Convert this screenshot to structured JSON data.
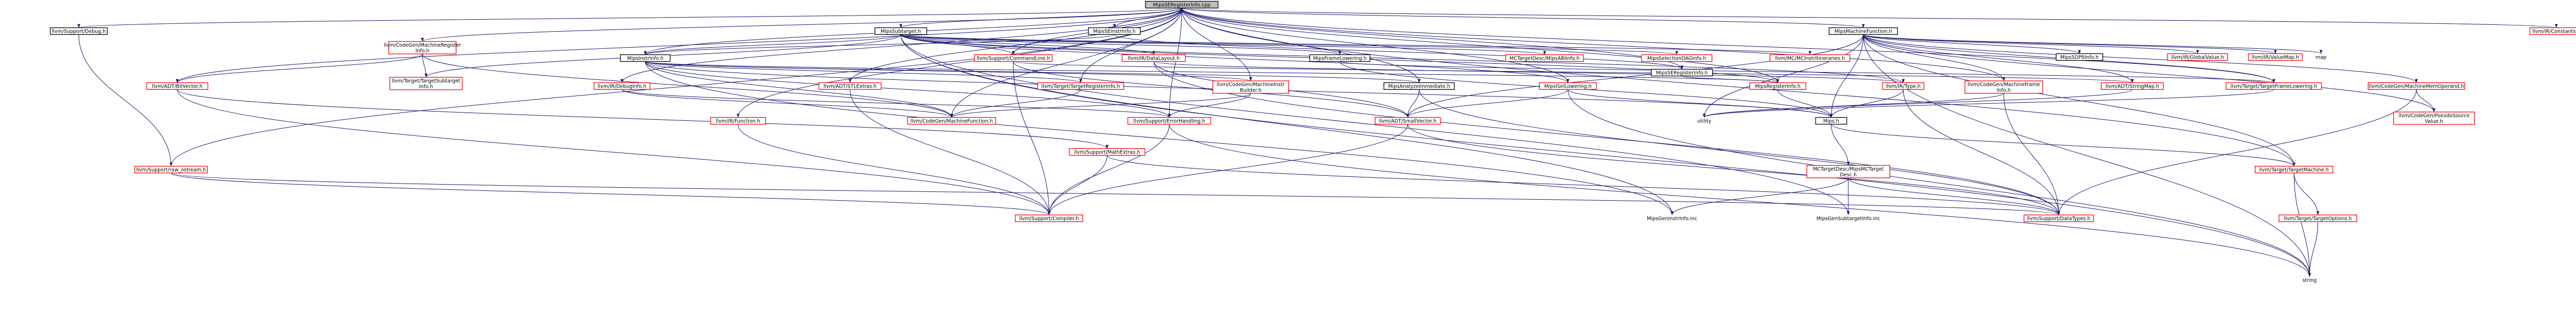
{
  "colors": {
    "edge": "#191970",
    "node_border_documented": "#000000",
    "node_border_undocumented": "#ff0000",
    "node_fill": "#ffffff",
    "root_fill": "#bfbfbf"
  },
  "nodes": [
    {
      "id": "root",
      "label": [
        "MipsSERegisterInfo.cpp"
      ],
      "type": "root"
    },
    {
      "id": "debug",
      "label": [
        "llvm/Support/Debug.h"
      ],
      "type": "doc"
    },
    {
      "id": "subtarget",
      "label": [
        "MipsSubtarget.h"
      ],
      "type": "doc"
    },
    {
      "id": "seinstr",
      "label": [
        "MipsSEInstrInfo.h"
      ],
      "type": "doc"
    },
    {
      "id": "machfunc",
      "label": [
        "MipsMachineFunction.h"
      ],
      "type": "doc"
    },
    {
      "id": "irconst",
      "label": [
        "llvm/IR/Constants.h"
      ],
      "type": "undoc"
    },
    {
      "id": "cgmri",
      "label": [
        "llvm/CodeGen/MachineRegister",
        "Info.h"
      ],
      "type": "undoc"
    },
    {
      "id": "instrinfo",
      "label": [
        "MipsInstrInfo.h"
      ],
      "type": "doc"
    },
    {
      "id": "cmdline",
      "label": [
        "llvm/Support/CommandLine.h"
      ],
      "type": "undoc"
    },
    {
      "id": "datalayout",
      "label": [
        "llvm/IR/DataLayout.h"
      ],
      "type": "undoc"
    },
    {
      "id": "framelow",
      "label": [
        "MipsFrameLowering.h"
      ],
      "type": "doc"
    },
    {
      "id": "mcasm",
      "label": [
        "MCTargetDesc/MipsABIInfo.h"
      ],
      "type": "undoc"
    },
    {
      "id": "seldag",
      "label": [
        "MipsSelectionDAGInfo.h"
      ],
      "type": "undoc"
    },
    {
      "id": "mcinstritin",
      "label": [
        "llvm/MC/MCInstrItineraries.h"
      ],
      "type": "undoc"
    },
    {
      "id": "seregh",
      "label": [
        "MipsSERegisterInfo.h"
      ],
      "type": "doc"
    },
    {
      "id": "tgtsubtgt",
      "label": [
        "llvm/Target/TargetSubtarget",
        "Info.h"
      ],
      "type": "undoc"
    },
    {
      "id": "bitvec",
      "label": [
        "llvm/ADT/BitVector.h"
      ],
      "type": "undoc"
    },
    {
      "id": "irdebug",
      "label": [
        "llvm/IR/DebugInfo.h"
      ],
      "type": "undoc"
    },
    {
      "id": "stlextras",
      "label": [
        "llvm/ADT/STLExtras.h"
      ],
      "type": "undoc"
    },
    {
      "id": "tgtreginfo",
      "label": [
        "llvm/Target/TargetRegisterInfo.h"
      ],
      "type": "undoc"
    },
    {
      "id": "minstrbuild",
      "label": [
        "llvm/CodeGen/MachineInstr",
        "Builder.h"
      ],
      "type": "undoc"
    },
    {
      "id": "analyzeimm",
      "label": [
        "MipsAnalyzeImmediate.h"
      ],
      "type": "doc"
    },
    {
      "id": "isellow",
      "label": [
        "MipsISelLowering.h"
      ],
      "type": "undoc"
    },
    {
      "id": "mregh",
      "label": [
        "MipsRegisterInfo.h"
      ],
      "type": "undoc"
    },
    {
      "id": "irtype",
      "label": [
        "llvm/IR/Type.h"
      ],
      "type": "undoc"
    },
    {
      "id": "cgmframe",
      "label": [
        "llvm/CodeGen/MachineFrame",
        "Info.h"
      ],
      "type": "undoc"
    },
    {
      "id": "strmap",
      "label": [
        "llvm/ADT/StringMap.h"
      ],
      "type": "undoc"
    },
    {
      "id": "tgtframe",
      "label": [
        "llvm/Target/TargetFrameLowering.h"
      ],
      "type": "undoc"
    },
    {
      "id": "cgmemop",
      "label": [
        "llvm/CodeGen/MachineMemOperand.h"
      ],
      "type": "undoc"
    },
    {
      "id": "sdplt",
      "label": [
        "MipsSDPltInfo.h"
      ],
      "type": "doc"
    },
    {
      "id": "irglobal",
      "label": [
        "llvm/IR/GlobalValue.h"
      ],
      "type": "undoc"
    },
    {
      "id": "irvaluemap",
      "label": [
        "llvm/IR/ValueMap.h"
      ],
      "type": "undoc"
    },
    {
      "id": "map",
      "label": [
        "map"
      ],
      "type": "plain"
    },
    {
      "id": "irfunc",
      "label": [
        "llvm/IR/Function.h"
      ],
      "type": "undoc"
    },
    {
      "id": "cgmf",
      "label": [
        "llvm/CodeGen/MachineFunction.h"
      ],
      "type": "undoc"
    },
    {
      "id": "errh",
      "label": [
        "llvm/Support/ErrorHandling.h"
      ],
      "type": "undoc"
    },
    {
      "id": "smallvec",
      "label": [
        "llvm/ADT/SmallVector.h"
      ],
      "type": "undoc"
    },
    {
      "id": "utility",
      "label": [
        "utility"
      ],
      "type": "plain"
    },
    {
      "id": "mipsh",
      "label": [
        "Mips.h"
      ],
      "type": "doc"
    },
    {
      "id": "pseudosrc",
      "label": [
        "llvm/CodeGen/PseudoSource",
        "Value.h"
      ],
      "type": "undoc"
    },
    {
      "id": "tgtmach",
      "label": [
        "llvm/Target/TargetMachine.h"
      ],
      "type": "undoc"
    },
    {
      "id": "rawostream",
      "label": [
        "llvm/Support/raw_ostream.h"
      ],
      "type": "undoc"
    },
    {
      "id": "mathextras",
      "label": [
        "llvm/Support/MathExtras.h"
      ],
      "type": "undoc"
    },
    {
      "id": "mcmips",
      "label": [
        "MCTargetDesc/MipsMCTarget",
        "Desc.h"
      ],
      "type": "undoc"
    },
    {
      "id": "compiler",
      "label": [
        "llvm/Support/Compiler.h"
      ],
      "type": "undoc"
    },
    {
      "id": "geninstr",
      "label": [
        "MipsGenInstrInfo.inc"
      ],
      "type": "plain"
    },
    {
      "id": "gensubtgt",
      "label": [
        "MipsGenSubtargetInfo.inc"
      ],
      "type": "plain"
    },
    {
      "id": "datatypes",
      "label": [
        "llvm/Support/DataTypes.h"
      ],
      "type": "undoc"
    },
    {
      "id": "tgtopts",
      "label": [
        "llvm/Target/TargetOptions.h"
      ],
      "type": "undoc"
    },
    {
      "id": "string",
      "label": [
        "string"
      ],
      "type": "plain"
    }
  ],
  "edges": [
    [
      "root",
      "debug"
    ],
    [
      "root",
      "subtarget"
    ],
    [
      "root",
      "seinstr"
    ],
    [
      "root",
      "machfunc"
    ],
    [
      "root",
      "irconst"
    ],
    [
      "root",
      "cgmri"
    ],
    [
      "root",
      "instrinfo"
    ],
    [
      "root",
      "cmdline"
    ],
    [
      "root",
      "seregh"
    ],
    [
      "root",
      "bitvec"
    ],
    [
      "root",
      "irdebug"
    ],
    [
      "root",
      "stlextras"
    ],
    [
      "root",
      "tgtreginfo"
    ],
    [
      "root",
      "minstrbuild"
    ],
    [
      "root",
      "analyzeimm"
    ],
    [
      "root",
      "isellow"
    ],
    [
      "root",
      "mregh"
    ],
    [
      "root",
      "cgmframe"
    ],
    [
      "root",
      "tgtframe"
    ],
    [
      "root",
      "irfunc"
    ],
    [
      "root",
      "cgmf"
    ],
    [
      "root",
      "errh"
    ],
    [
      "root",
      "rawostream"
    ],
    [
      "root",
      "tgtmach"
    ],
    [
      "subtarget",
      "datalayout"
    ],
    [
      "subtarget",
      "framelow"
    ],
    [
      "subtarget",
      "mcasm"
    ],
    [
      "subtarget",
      "seldag"
    ],
    [
      "subtarget",
      "mcinstritin"
    ],
    [
      "subtarget",
      "instrinfo"
    ],
    [
      "subtarget",
      "isellow"
    ],
    [
      "subtarget",
      "tgtsubtgt"
    ],
    [
      "subtarget",
      "mregh"
    ],
    [
      "subtarget",
      "geninstr"
    ],
    [
      "subtarget",
      "gensubtgt"
    ],
    [
      "subtarget",
      "string"
    ],
    [
      "subtarget",
      "irtype"
    ],
    [
      "subtarget",
      "cmdline"
    ],
    [
      "seinstr",
      "instrinfo"
    ],
    [
      "seinstr",
      "seregh"
    ],
    [
      "seregh",
      "mregh"
    ],
    [
      "machfunc",
      "cgmframe"
    ],
    [
      "machfunc",
      "strmap"
    ],
    [
      "machfunc",
      "tgtframe"
    ],
    [
      "machfunc",
      "cgmemop"
    ],
    [
      "machfunc",
      "sdplt"
    ],
    [
      "machfunc",
      "irglobal"
    ],
    [
      "machfunc",
      "irvaluemap"
    ],
    [
      "machfunc",
      "map"
    ],
    [
      "machfunc",
      "utility"
    ],
    [
      "machfunc",
      "mipsh"
    ],
    [
      "machfunc",
      "tgtmach"
    ],
    [
      "machfunc",
      "pseudosrc"
    ],
    [
      "machfunc",
      "string"
    ],
    [
      "machfunc",
      "smallvec"
    ],
    [
      "cgmri",
      "tgtsubtgt"
    ],
    [
      "cgmri",
      "bitvec"
    ],
    [
      "cgmri",
      "cgmf"
    ],
    [
      "instrinfo",
      "tgtreginfo"
    ],
    [
      "instrinfo",
      "minstrbuild"
    ],
    [
      "instrinfo",
      "analyzeimm"
    ],
    [
      "instrinfo",
      "mregh"
    ],
    [
      "instrinfo",
      "errh"
    ],
    [
      "instrinfo",
      "mipsh"
    ],
    [
      "instrinfo",
      "cgmf"
    ],
    [
      "instrinfo",
      "geninstr"
    ],
    [
      "cmdline",
      "smallvec"
    ],
    [
      "cmdline",
      "compiler"
    ],
    [
      "cmdline",
      "strmap"
    ],
    [
      "datalayout",
      "irtype"
    ],
    [
      "datalayout",
      "datatypes"
    ],
    [
      "datalayout",
      "smallvec"
    ],
    [
      "framelow",
      "mipsh"
    ],
    [
      "framelow",
      "tgtframe"
    ],
    [
      "isellow",
      "mipsh"
    ],
    [
      "isellow",
      "smallvec"
    ],
    [
      "isellow",
      "string"
    ],
    [
      "mregh",
      "mipsh"
    ],
    [
      "irtype",
      "mipsh"
    ],
    [
      "irtype",
      "datatypes"
    ],
    [
      "bitvec",
      "mathextras"
    ],
    [
      "bitvec",
      "compiler"
    ],
    [
      "irdebug",
      "cgmf"
    ],
    [
      "irdebug",
      "errh"
    ],
    [
      "stlextras",
      "compiler"
    ],
    [
      "tgtreginfo",
      "cgmf"
    ],
    [
      "minstrbuild",
      "cgmf"
    ],
    [
      "minstrbuild",
      "errh"
    ],
    [
      "analyzeimm",
      "smallvec"
    ],
    [
      "analyzeimm",
      "datatypes"
    ],
    [
      "cgmframe",
      "utility"
    ],
    [
      "cgmframe",
      "datatypes"
    ],
    [
      "tgtframe",
      "utility"
    ],
    [
      "cgmemop",
      "pseudosrc"
    ],
    [
      "cgmemop",
      "datatypes"
    ],
    [
      "strmap",
      "utility"
    ],
    [
      "mipsh",
      "mcmips"
    ],
    [
      "mipsh",
      "tgtmach"
    ],
    [
      "errh",
      "compiler"
    ],
    [
      "errh",
      "string"
    ],
    [
      "smallvec",
      "compiler"
    ],
    [
      "smallvec",
      "datatypes"
    ],
    [
      "mathextras",
      "compiler"
    ],
    [
      "mathextras",
      "datatypes"
    ],
    [
      "mcmips",
      "datatypes"
    ],
    [
      "mcmips",
      "geninstr"
    ],
    [
      "mcmips",
      "gensubtgt"
    ],
    [
      "debug",
      "rawostream"
    ],
    [
      "rawostream",
      "compiler"
    ],
    [
      "rawostream",
      "datatypes"
    ],
    [
      "irfunc",
      "compiler"
    ],
    [
      "tgtmach",
      "tgtopts"
    ],
    [
      "tgtmach",
      "string"
    ],
    [
      "tgtopts",
      "string"
    ]
  ]
}
